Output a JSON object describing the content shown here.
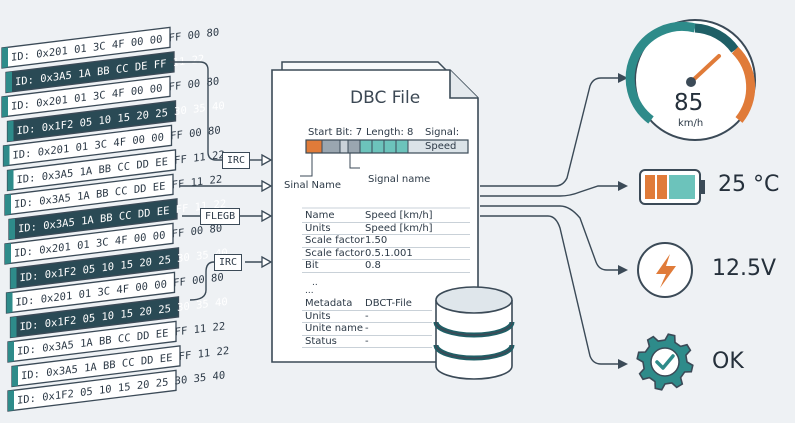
{
  "frames": [
    "ID: 0x201 01 3C 4F 00 00 FF 00 80",
    "ID: 0x3A5 1A BB CC DE FF 11 22",
    "ID: 0x201 01 3C 4F 00 00 FF 00 80",
    "ID: 0x1F2 05 10 15 20 25 30 35 40",
    "ID: 0x201 01 3C 4F 00 00 FF 00 80",
    "ID: 0x3A5 1A BB CC DD EE FF 11 22",
    "ID: 0x3A5 1A BB CC DD EE FF 11 22",
    "ID: 0x3A5 1A BB CC DD EE FF 11 22",
    "ID: 0x201 01 3C 4F 00 00 FF 00 80",
    "ID: 0x1F2 05 10 15 20 25 30 35 40",
    "ID: 0x201 01 3C 4F 00 00 FF 00 80",
    "ID: 0x1F2 05 10 15 20 25 30 35 40",
    "ID: 0x3A5 1A BB CC DD EE FF 11 22",
    "ID: 0x3A5 1A BB CC DD EE FF 11 22",
    "ID: 0x1F2 05 10 15 20 25 30 35 40"
  ],
  "protocol_labels": [
    "IRC",
    "FLEGB",
    "IRC"
  ],
  "document": {
    "title": "DBC File",
    "start_bit": "Start Bit: 7",
    "length": "Length: 8",
    "signal": "Signal:",
    "signal_value": "Speed",
    "callout_1": "Sinal Name",
    "callout_2": "Signal name",
    "table": [
      {
        "k": "Name",
        "v": "Speed [km/h]"
      },
      {
        "k": "Units",
        "v": "Speed [km/h]"
      },
      {
        "k": "Scale factor",
        "v": "1.50"
      },
      {
        "k": "Scale factor",
        "v": "0.5.1.001"
      },
      {
        "k": "Bit",
        "v": "0.8"
      }
    ],
    "ellipsis_1": "..",
    "ellipsis_2": "...",
    "meta_table": [
      {
        "k": "Metadata",
        "v": "DBCT-File"
      },
      {
        "k": "Units",
        "v": "-"
      },
      {
        "k": "Unite name",
        "v": "-"
      },
      {
        "k": "Status",
        "v": "-"
      }
    ]
  },
  "outputs": {
    "speed_value": "85",
    "speed_unit": "km/h",
    "temperature": "25 °C",
    "voltage": "12.5V",
    "status": "OK"
  },
  "colors": {
    "outline": "#3b4a57",
    "teal": "#2e8b8a",
    "dark_teal": "#1f5f66",
    "orange": "#e07b39",
    "background": "#eef1f4"
  }
}
